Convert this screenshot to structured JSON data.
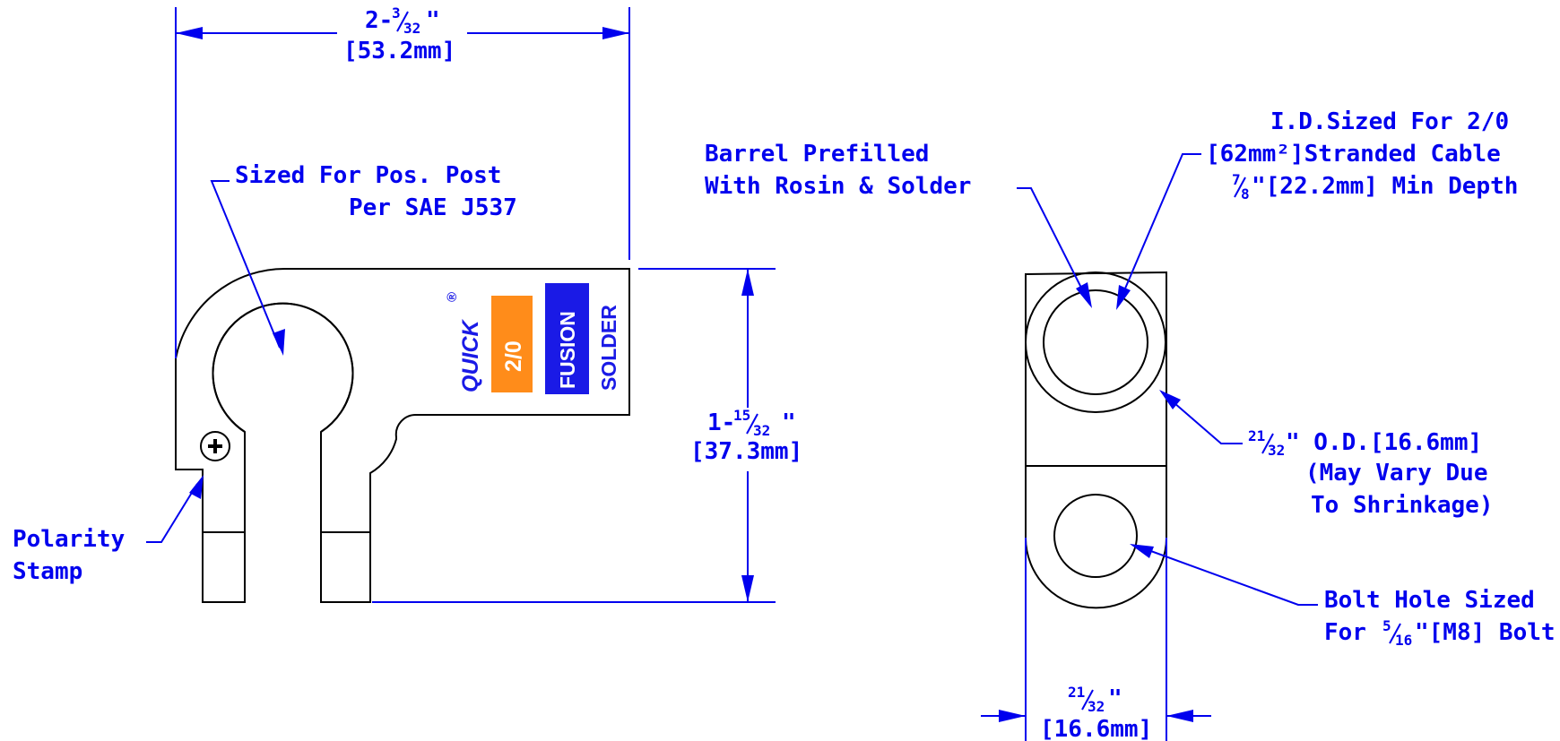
{
  "colors": {
    "annotation": "#0000ee",
    "part_outline": "#000000",
    "size_badge": "#ff8c1a",
    "fusion_badge": "#1a1ae6"
  },
  "labels": {
    "width_fraction_whole": "2-",
    "width_fraction_num": "3",
    "width_fraction_den": "32",
    "width_mm": "[53.2mm]",
    "post_line1": "Sized For Pos. Post",
    "post_line2": "Per SAE J537",
    "polarity_line1": "Polarity",
    "polarity_line2": "Stamp",
    "height_fraction_whole": "1-",
    "height_fraction_num": "15",
    "height_fraction_den": "32",
    "height_mm": "[37.3mm]",
    "barrel_line1": "Barrel Prefilled",
    "barrel_line2": "With Rosin & Solder",
    "id_line1": "I.D.Sized For 2/0",
    "id_line2": "[62mm²]Stranded Cable",
    "id_line3_num": "7",
    "id_line3_den": "8",
    "id_line3_rest": "\"[22.2mm] Min Depth",
    "od_num": "21",
    "od_den": "32",
    "od_rest": "\" O.D.[16.6mm]",
    "od_line2": "(May Vary Due",
    "od_line3": "To Shrinkage)",
    "bolt_line1": "Bolt Hole Sized",
    "bolt_line2_pre": "For ",
    "bolt_line2_num": "5",
    "bolt_line2_den": "16",
    "bolt_line2_rest": "\"[M8] Bolt",
    "bottom_num": "21",
    "bottom_den": "32",
    "bottom_mm": "[16.6mm]"
  },
  "brand": {
    "quick": "QUICK",
    "registered": "®",
    "size": "2/0",
    "fusion": "FUSION",
    "solder": "SOLDER"
  }
}
